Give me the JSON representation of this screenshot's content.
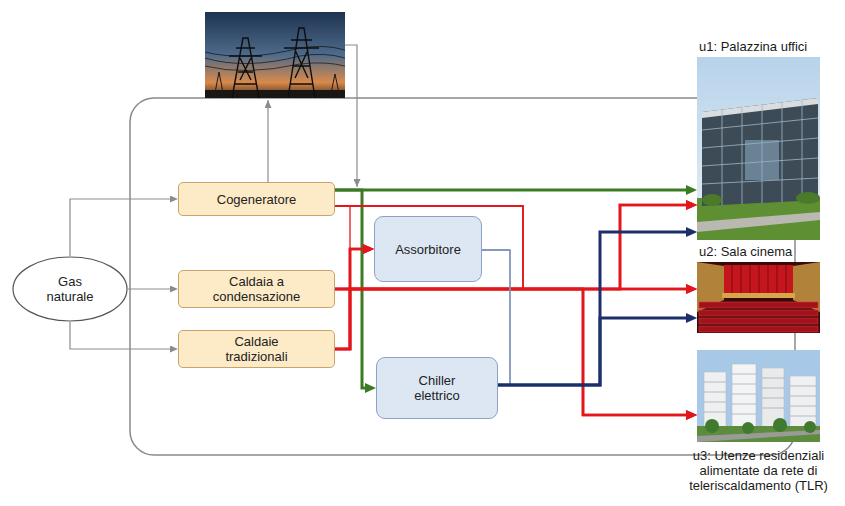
{
  "diagram": {
    "nodes": [
      {
        "text": [
          "Gas naturale"
        ]
      },
      {
        "text": [
          "Cogeneratore"
        ]
      },
      {
        "text": [
          "Caldaia a condensazione"
        ]
      },
      {
        "text": [
          "Caldaie tradizionali"
        ]
      },
      {
        "text": [
          "Assorbitore"
        ]
      },
      {
        "text": [
          "Chiller elettrico"
        ]
      },
      {
        "text": [
          "u1: Palazzina uffici"
        ]
      },
      {
        "text": [
          "u2: Sala cinema"
        ]
      },
      {
        "text": [
          "u3: Utenze residenziali alimentate da rete di teleriscaldamento (TLR)"
        ]
      }
    ],
    "edges": [
      {
        "from": 0,
        "to": 1,
        "arrow": "to"
      },
      {
        "from": 0,
        "to": 2,
        "arrow": "to"
      },
      {
        "from": 0,
        "to": 3,
        "arrow": "to"
      },
      {
        "from": 1,
        "to": 6,
        "arrow": "to"
      },
      {
        "from": 1,
        "to": 5,
        "arrow": "to"
      },
      {
        "from": 1,
        "to": 4,
        "arrow": "to"
      },
      {
        "from": 2,
        "to": 4,
        "arrow": "to"
      },
      {
        "from": 3,
        "to": 4,
        "arrow": "to"
      },
      {
        "from": 1,
        "to": 6,
        "arrow": "to"
      },
      {
        "from": 1,
        "to": 7,
        "arrow": "to"
      },
      {
        "from": 1,
        "to": 8,
        "arrow": "to"
      },
      {
        "from": 2,
        "to": 6,
        "arrow": "to"
      },
      {
        "from": 2,
        "to": 7,
        "arrow": "to"
      },
      {
        "from": 2,
        "to": 8,
        "arrow": "to"
      },
      {
        "from": 3,
        "to": 6,
        "arrow": "to"
      },
      {
        "from": 3,
        "to": 7,
        "arrow": "to"
      },
      {
        "from": 3,
        "to": 8,
        "arrow": "to"
      },
      {
        "from": 4,
        "to": 6,
        "arrow": "to"
      },
      {
        "from": 4,
        "to": 7,
        "arrow": "to"
      },
      {
        "from": 5,
        "to": 6,
        "arrow": "to"
      },
      {
        "from": 5,
        "to": 7,
        "arrow": "to"
      }
    ]
  }
}
